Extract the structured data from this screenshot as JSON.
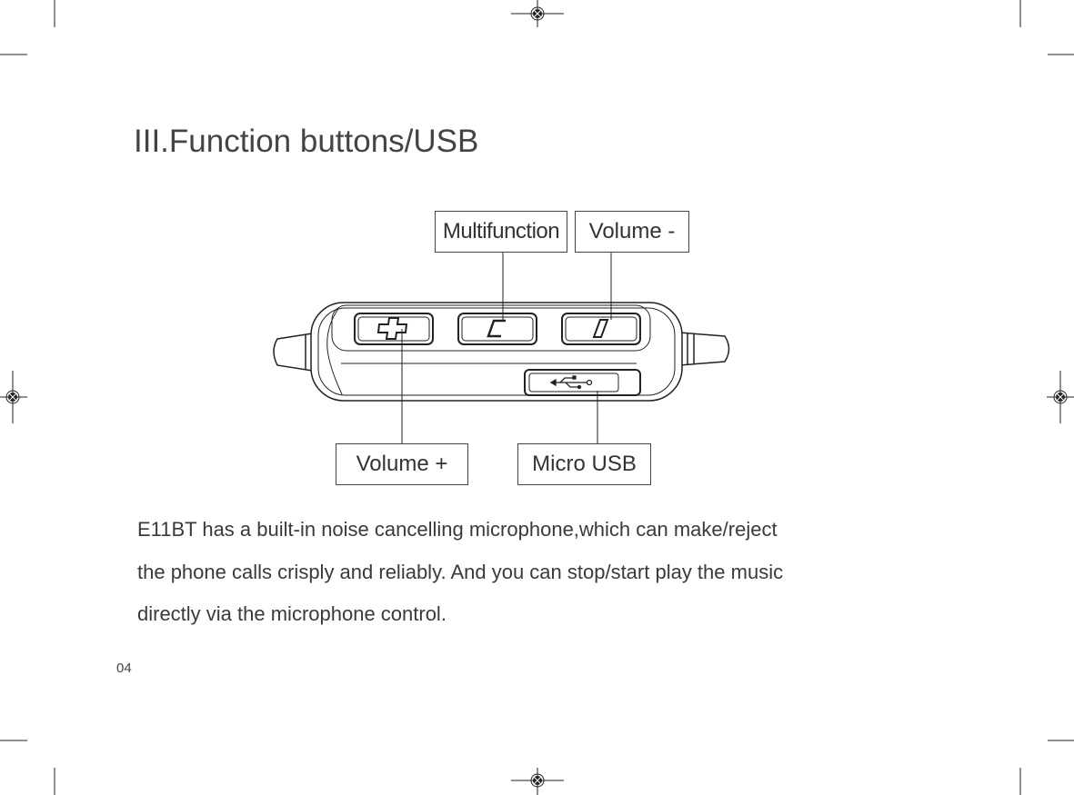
{
  "section": {
    "title": "III.Function buttons/USB"
  },
  "diagram": {
    "callouts": {
      "multifunction": "Multifunction",
      "volume_down": "Volume -",
      "volume_up": "Volume +",
      "micro_usb": "Micro USB"
    },
    "buttons": [
      "plus-icon",
      "c-icon",
      "i-icon",
      "usb-icon"
    ]
  },
  "body": {
    "lines": [
      "E11BT has a built-in noise cancelling microphone,which can make/reject",
      "the phone calls crisply and reliably. And you can stop/start play the music",
      "directly via the microphone control."
    ]
  },
  "page_number": "04"
}
